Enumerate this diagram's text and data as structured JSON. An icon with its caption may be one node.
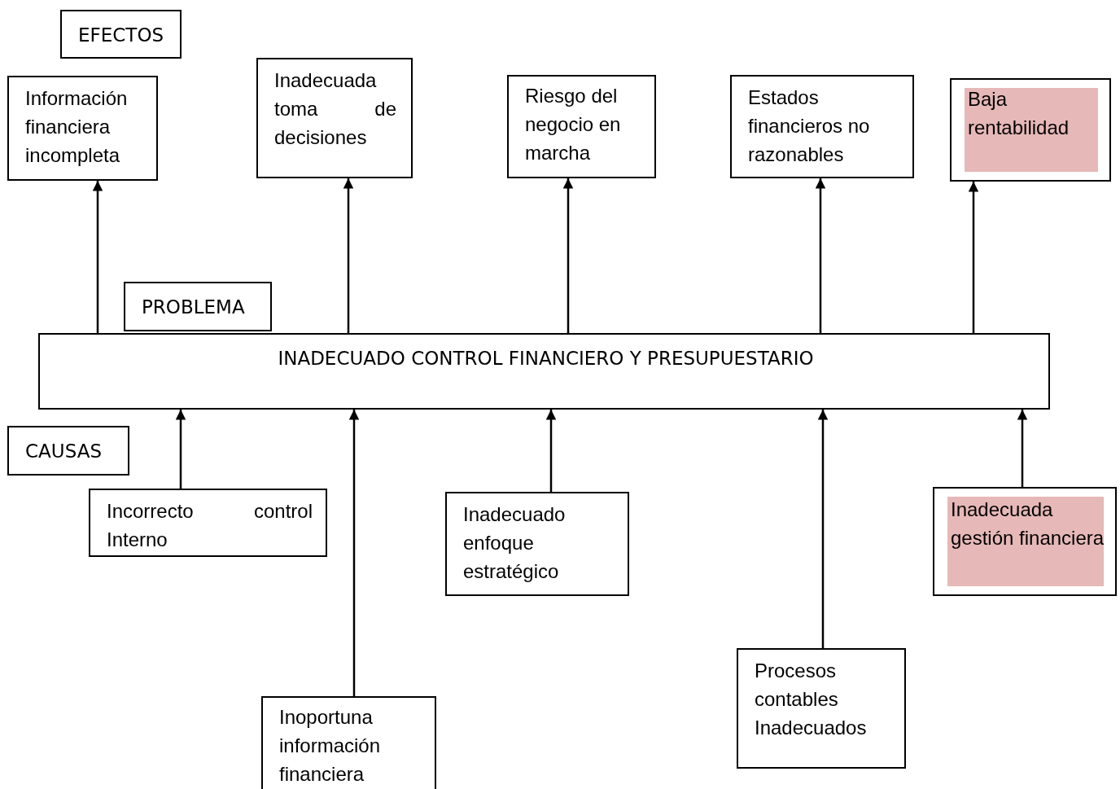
{
  "diagram": {
    "nodes": [
      {
        "text": [
          "EFECTOS"
        ]
      },
      {
        "text": [
          "Información financiera incompleta"
        ]
      },
      {
        "text": [
          "Inadecuada toma de decisiones"
        ]
      },
      {
        "text": [
          "Riesgo del negocio en marcha"
        ]
      },
      {
        "text": [
          "Estados financieros no razonables"
        ]
      },
      {
        "text": [
          "Baja rentabilidad"
        ]
      },
      {
        "text": [
          "PROBLEMA"
        ]
      },
      {
        "text": [
          "INADECUADO CONTROL FINANCIERO Y PRESUPUESTARIO"
        ]
      },
      {
        "text": [
          "CAUSAS"
        ]
      },
      {
        "text": [
          "Incorrecto control Interno"
        ]
      },
      {
        "text": [
          "Inadecuado enfoque estratégico"
        ]
      },
      {
        "text": [
          "Inadecuada gestión financiera"
        ]
      },
      {
        "text": [
          "Procesos contables Inadecuados"
        ]
      },
      {
        "text": [
          "Inoportuna información financiera"
        ]
      }
    ],
    "edges": [
      {
        "from": 7,
        "to": 1,
        "arrow": "to"
      },
      {
        "from": 7,
        "to": 2,
        "arrow": "to"
      },
      {
        "from": 7,
        "to": 3,
        "arrow": "to"
      },
      {
        "from": 7,
        "to": 4,
        "arrow": "to"
      },
      {
        "from": 7,
        "to": 5,
        "arrow": "to"
      },
      {
        "from": 9,
        "to": 7,
        "arrow": "to"
      },
      {
        "from": 13,
        "to": 7,
        "arrow": "to"
      },
      {
        "from": 10,
        "to": 7,
        "arrow": "to"
      },
      {
        "from": 12,
        "to": 7,
        "arrow": "to"
      },
      {
        "from": 11,
        "to": 7,
        "arrow": "to"
      }
    ]
  }
}
